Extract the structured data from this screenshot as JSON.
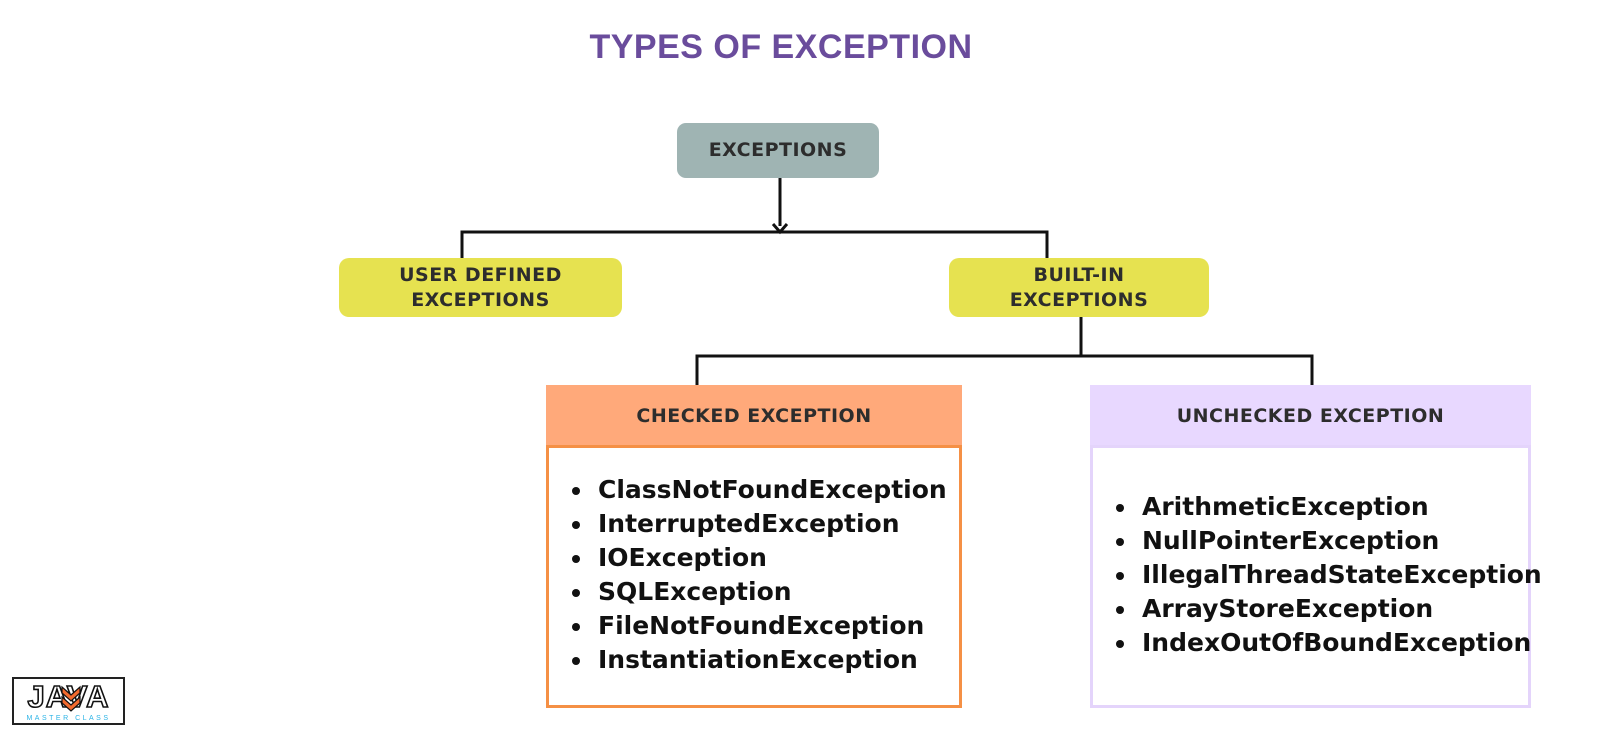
{
  "title": "TYPES OF EXCEPTION",
  "root": {
    "label": "EXCEPTIONS"
  },
  "user_defined": {
    "line1": "USER DEFINED",
    "line2": "EXCEPTIONS"
  },
  "built_in": {
    "line1": "BUILT-IN",
    "line2": "EXCEPTIONS"
  },
  "checked": {
    "header": "CHECKED EXCEPTION",
    "items": [
      "ClassNotFoundException",
      "InterruptedException",
      "IOException",
      "SQLException",
      "FileNotFoundException",
      "InstantiationException"
    ]
  },
  "unchecked": {
    "header": "UNCHECKED EXCEPTION",
    "items": [
      "ArithmeticException",
      "NullPointerException",
      "IllegalThreadStateException",
      "ArrayStoreException",
      "IndexOutOfBoundException"
    ]
  },
  "logo": {
    "word": "JAVA",
    "tagline": "MASTER CLASS",
    "icon": "chevron-stack-icon"
  },
  "colors": {
    "title": "#6a4c9c",
    "root_fill": "#9fb4b3",
    "category_fill": "#e6e250",
    "checked_header": "#ffa97a",
    "checked_border": "#f59045",
    "unchecked_header": "#e8d8ff",
    "unchecked_border": "#e4d4fb",
    "logo_accent": "#f26a2e",
    "logo_tagline": "#2bb3e6"
  }
}
